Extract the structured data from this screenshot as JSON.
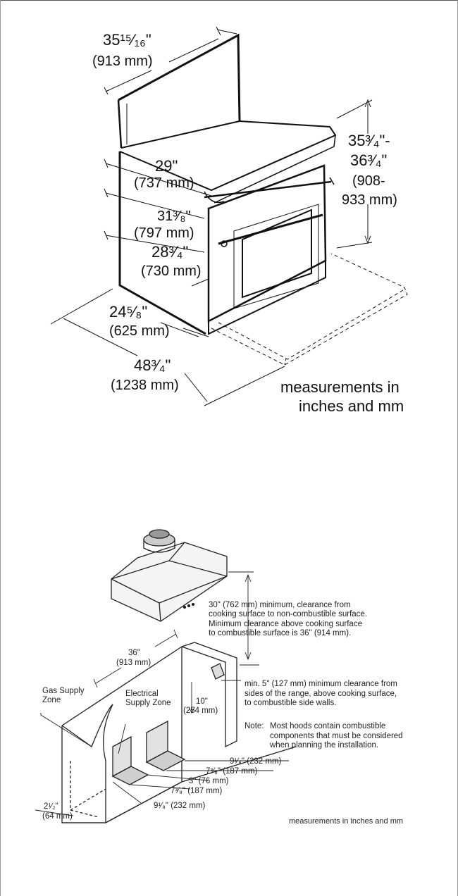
{
  "range_diagram": {
    "dim_width_in": "35¹⁵⁄₁₆\"",
    "dim_width_mm": "(913 mm)",
    "dim_height_in_a": "35³⁄₄\"-",
    "dim_height_in_b": "36³⁄₄\"",
    "dim_height_mm_a": "(908-",
    "dim_height_mm_b": "933 mm)",
    "dim_depth29_in": "29\"",
    "dim_depth29_mm": "(737 mm)",
    "dim_depth31_in": "31³⁄₈\"",
    "dim_depth31_mm": "(797 mm)",
    "dim_depth28_in": "28³⁄₄\"",
    "dim_depth28_mm": "(730 mm)",
    "dim_depth24_in": "24⁵⁄₈\"",
    "dim_depth24_mm": "(625 mm)",
    "dim_depth48_in": "48³⁄₄\"",
    "dim_depth48_mm": "(1238 mm)",
    "units_note_line1": "measurements in",
    "units_note_line2": "inches and mm"
  },
  "installation_diagram": {
    "hood_clearance_lines": [
      "30\" (762 mm) minimum, clearance from",
      "cooking surface to non-combustible surface.",
      "Minimum clearance above cooking surface",
      "to combustible surface is 36\" (914 mm)."
    ],
    "width_in": "36\"",
    "width_mm": "(913 mm)",
    "gas_zone_line1": "Gas Supply",
    "gas_zone_line2": "Zone",
    "electrical_zone_line1": "Electrical",
    "electrical_zone_line2": "Supply Zone",
    "height10_in": "10\"",
    "height10_mm": "(254 mm)",
    "side_clearance_lines": [
      "min. 5\" (127 mm) minimum clearance from",
      "sides of the range, above cooking surface,",
      "to combustible side walls."
    ],
    "note_label": "Note:",
    "note_lines": [
      "Most hoods contain combustible",
      "components that must be considered",
      "when planning the installation."
    ],
    "dim_a": "9¹⁄₈\" (232 mm)",
    "dim_b": "7³⁄₈\" (187 mm)",
    "dim_c": "3\" (76 mm)",
    "dim_d": "7³⁄₈\" (187 mm)",
    "dim_e": "9¹⁄₈\" (232 mm)",
    "dim_left_in": "2¹⁄₂\"",
    "dim_left_mm": "(64 mm)",
    "units_note": "measurements in inches and mm"
  }
}
